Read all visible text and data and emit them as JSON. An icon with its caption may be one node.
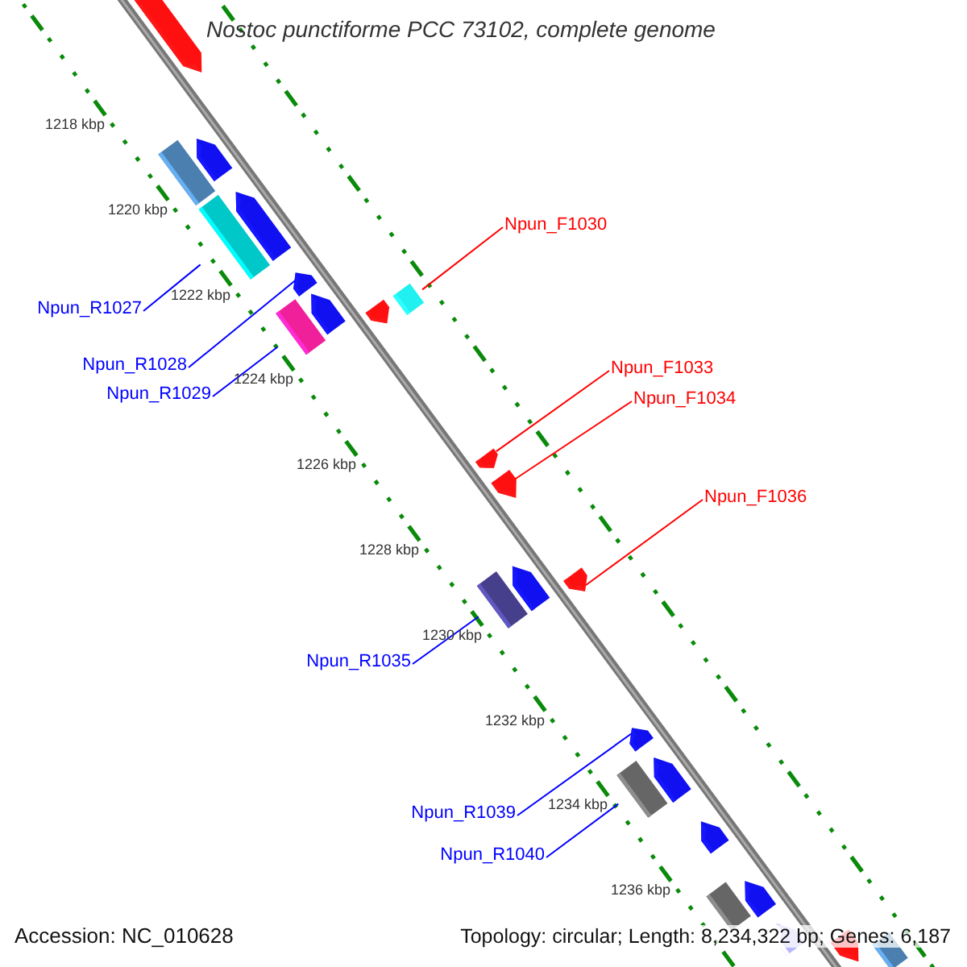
{
  "diagram": {
    "title": "Nostoc punctiforme PCC 73102, complete genome",
    "nodes": [
      {
        "text": [
          "Npun_F1030"
        ]
      },
      {
        "text": [
          "Npun_R1027"
        ]
      },
      {
        "text": [
          "Npun_R1028"
        ]
      },
      {
        "text": [
          "Npun_F1033"
        ]
      },
      {
        "text": [
          "Npun_R1029"
        ]
      },
      {
        "text": [
          "Npun_F1034"
        ]
      },
      {
        "text": [
          "Npun_F1036"
        ]
      },
      {
        "text": [
          "Npun_R1035"
        ]
      },
      {
        "text": [
          "Npun_R1039"
        ]
      },
      {
        "text": [
          "Npun_R1040"
        ]
      },
      {
        "text": [],
        "shape": "pentagon"
      },
      {
        "text": [],
        "shape": "box"
      },
      {
        "text": [],
        "shape": "pentagon"
      },
      {
        "text": [],
        "shape": "box"
      },
      {
        "text": [],
        "shape": "pentagon"
      },
      {
        "text": [],
        "shape": "pentagon"
      },
      {
        "text": [],
        "shape": "box"
      },
      {
        "text": [],
        "shape": "pentagon"
      },
      {
        "text": [],
        "shape": "pentagon"
      },
      {
        "text": [],
        "shape": "box"
      },
      {
        "text": [],
        "shape": "pentagon"
      },
      {
        "text": [],
        "shape": "pentagon"
      },
      {
        "text": [],
        "shape": "box"
      },
      {
        "text": [],
        "shape": "pentagon"
      },
      {
        "text": [],
        "shape": "pentagon"
      },
      {
        "text": [],
        "shape": "pentagon"
      },
      {
        "text": [],
        "shape": "box"
      },
      {
        "text": [],
        "shape": "pentagon"
      },
      {
        "text": [],
        "shape": "pentagon"
      },
      {
        "text": [],
        "shape": "box"
      },
      {
        "text": [],
        "shape": "pentagon"
      },
      {
        "text": [],
        "shape": "pentagon"
      },
      {
        "text": [],
        "shape": "pentagon"
      },
      {
        "text": [],
        "shape": "box"
      }
    ],
    "edges": [
      {
        "from": 0,
        "to": 19,
        "arrow": "none",
        "color": "#ff0000"
      },
      {
        "from": 1,
        "to": 13,
        "arrow": "none"
      },
      {
        "from": 2,
        "to": 15,
        "arrow": "none"
      },
      {
        "from": 3,
        "to": 20,
        "arrow": "none",
        "color": "#ff0000"
      },
      {
        "from": 4,
        "to": 16,
        "arrow": "none"
      },
      {
        "from": 5,
        "to": 21,
        "arrow": "none",
        "color": "#ff0000"
      },
      {
        "from": 6,
        "to": 24,
        "arrow": "none",
        "color": "#ff0000"
      },
      {
        "from": 7,
        "to": 22,
        "arrow": "none"
      },
      {
        "from": 8,
        "to": 25,
        "arrow": "none"
      },
      {
        "from": 9,
        "to": 26,
        "arrow": "none"
      }
    ],
    "labels": [
      "1218 kbp",
      "1220 kbp",
      "1222 kbp",
      "1224 kbp",
      "1226 kbp",
      "1228 kbp",
      "1230 kbp",
      "1232 kbp",
      "1234 kbp",
      "1236 kbp",
      "Accession: NC_010628",
      "Topology: circular; Length: 8,234,322 bp; Genes: 6,187"
    ]
  }
}
